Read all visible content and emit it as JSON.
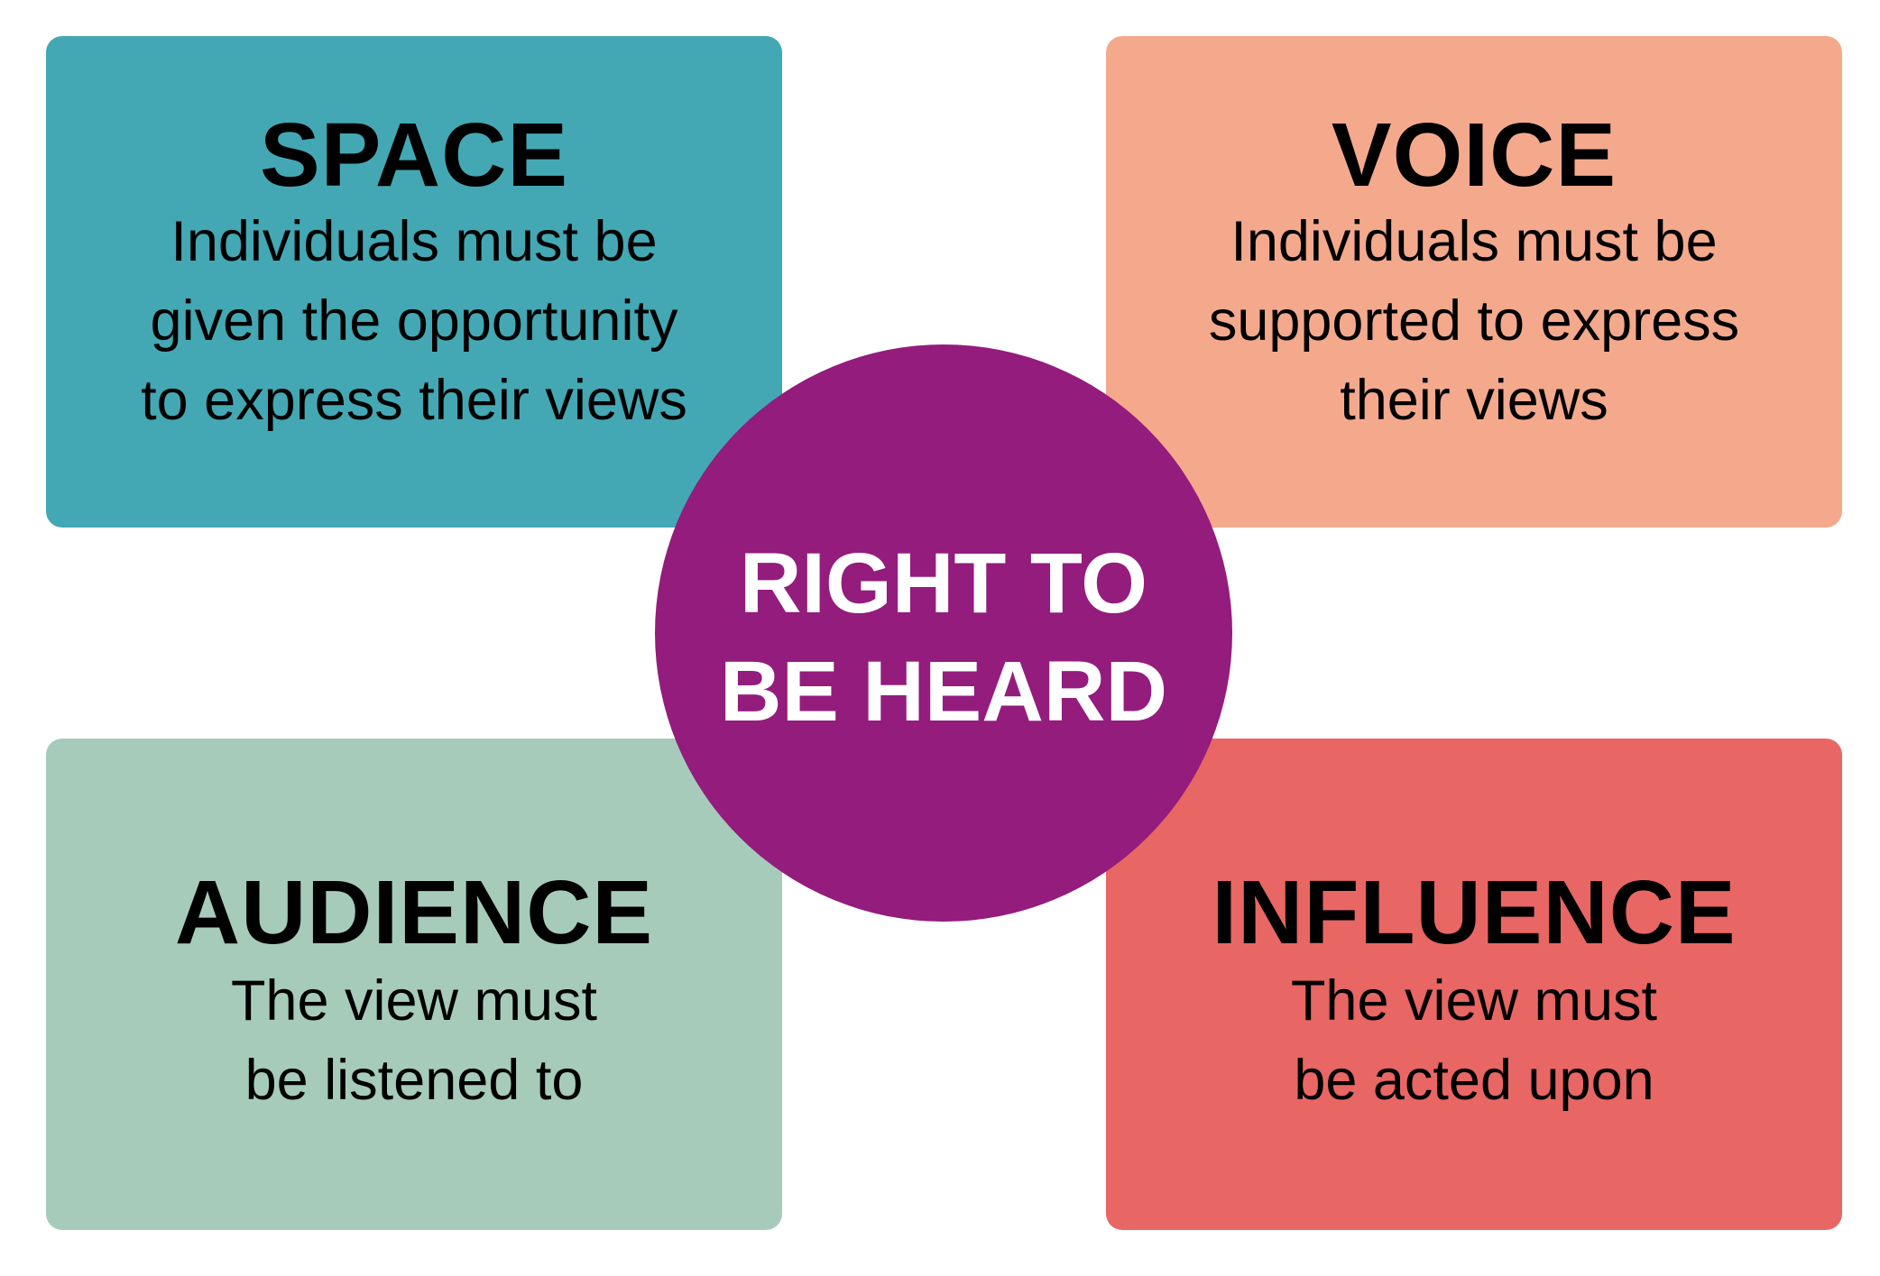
{
  "colors": {
    "space": "#43A8B4",
    "voice": "#F4A98D",
    "audience": "#A7CBBB",
    "influence": "#E86663",
    "center": "#931C7D"
  },
  "boxes": {
    "space": {
      "heading": "SPACE",
      "body": "Individuals must be\ngiven the opportunity\nto express their views"
    },
    "voice": {
      "heading": "VOICE",
      "body": "Individuals  must be\nsupported to express\ntheir views"
    },
    "audience": {
      "heading": "AUDIENCE",
      "body": "The view must\nbe listened to"
    },
    "influence": {
      "heading": "INFLUENCE",
      "body": "The view must\nbe acted upon"
    }
  },
  "center": {
    "label": "RIGHT TO\nBE HEARD"
  }
}
